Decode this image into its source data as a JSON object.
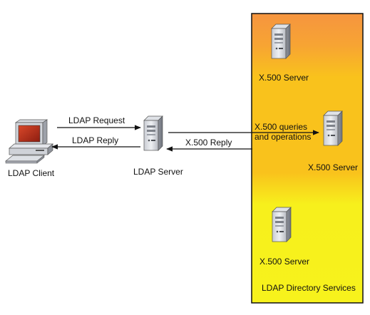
{
  "diagram": {
    "client_label": "LDAP Client",
    "ldap_server_label": "LDAP Server",
    "ldap_request_label": "LDAP Request",
    "ldap_reply_label": "LDAP Reply",
    "x500_reply_label": "X.500 Reply",
    "x500_queries_line1": "X.500 queries",
    "x500_queries_line2": "and operations",
    "x500_server_top_label": "X.500 Server",
    "x500_server_mid_label": "X.500 Server",
    "x500_server_bottom_label": "X.500 Server",
    "directory_services_label": "LDAP Directory Services"
  },
  "colors": {
    "band_top": "#f6953f",
    "band_mid": "#f9c21c",
    "band_bottom": "#f6f21c",
    "border": "#111111"
  }
}
